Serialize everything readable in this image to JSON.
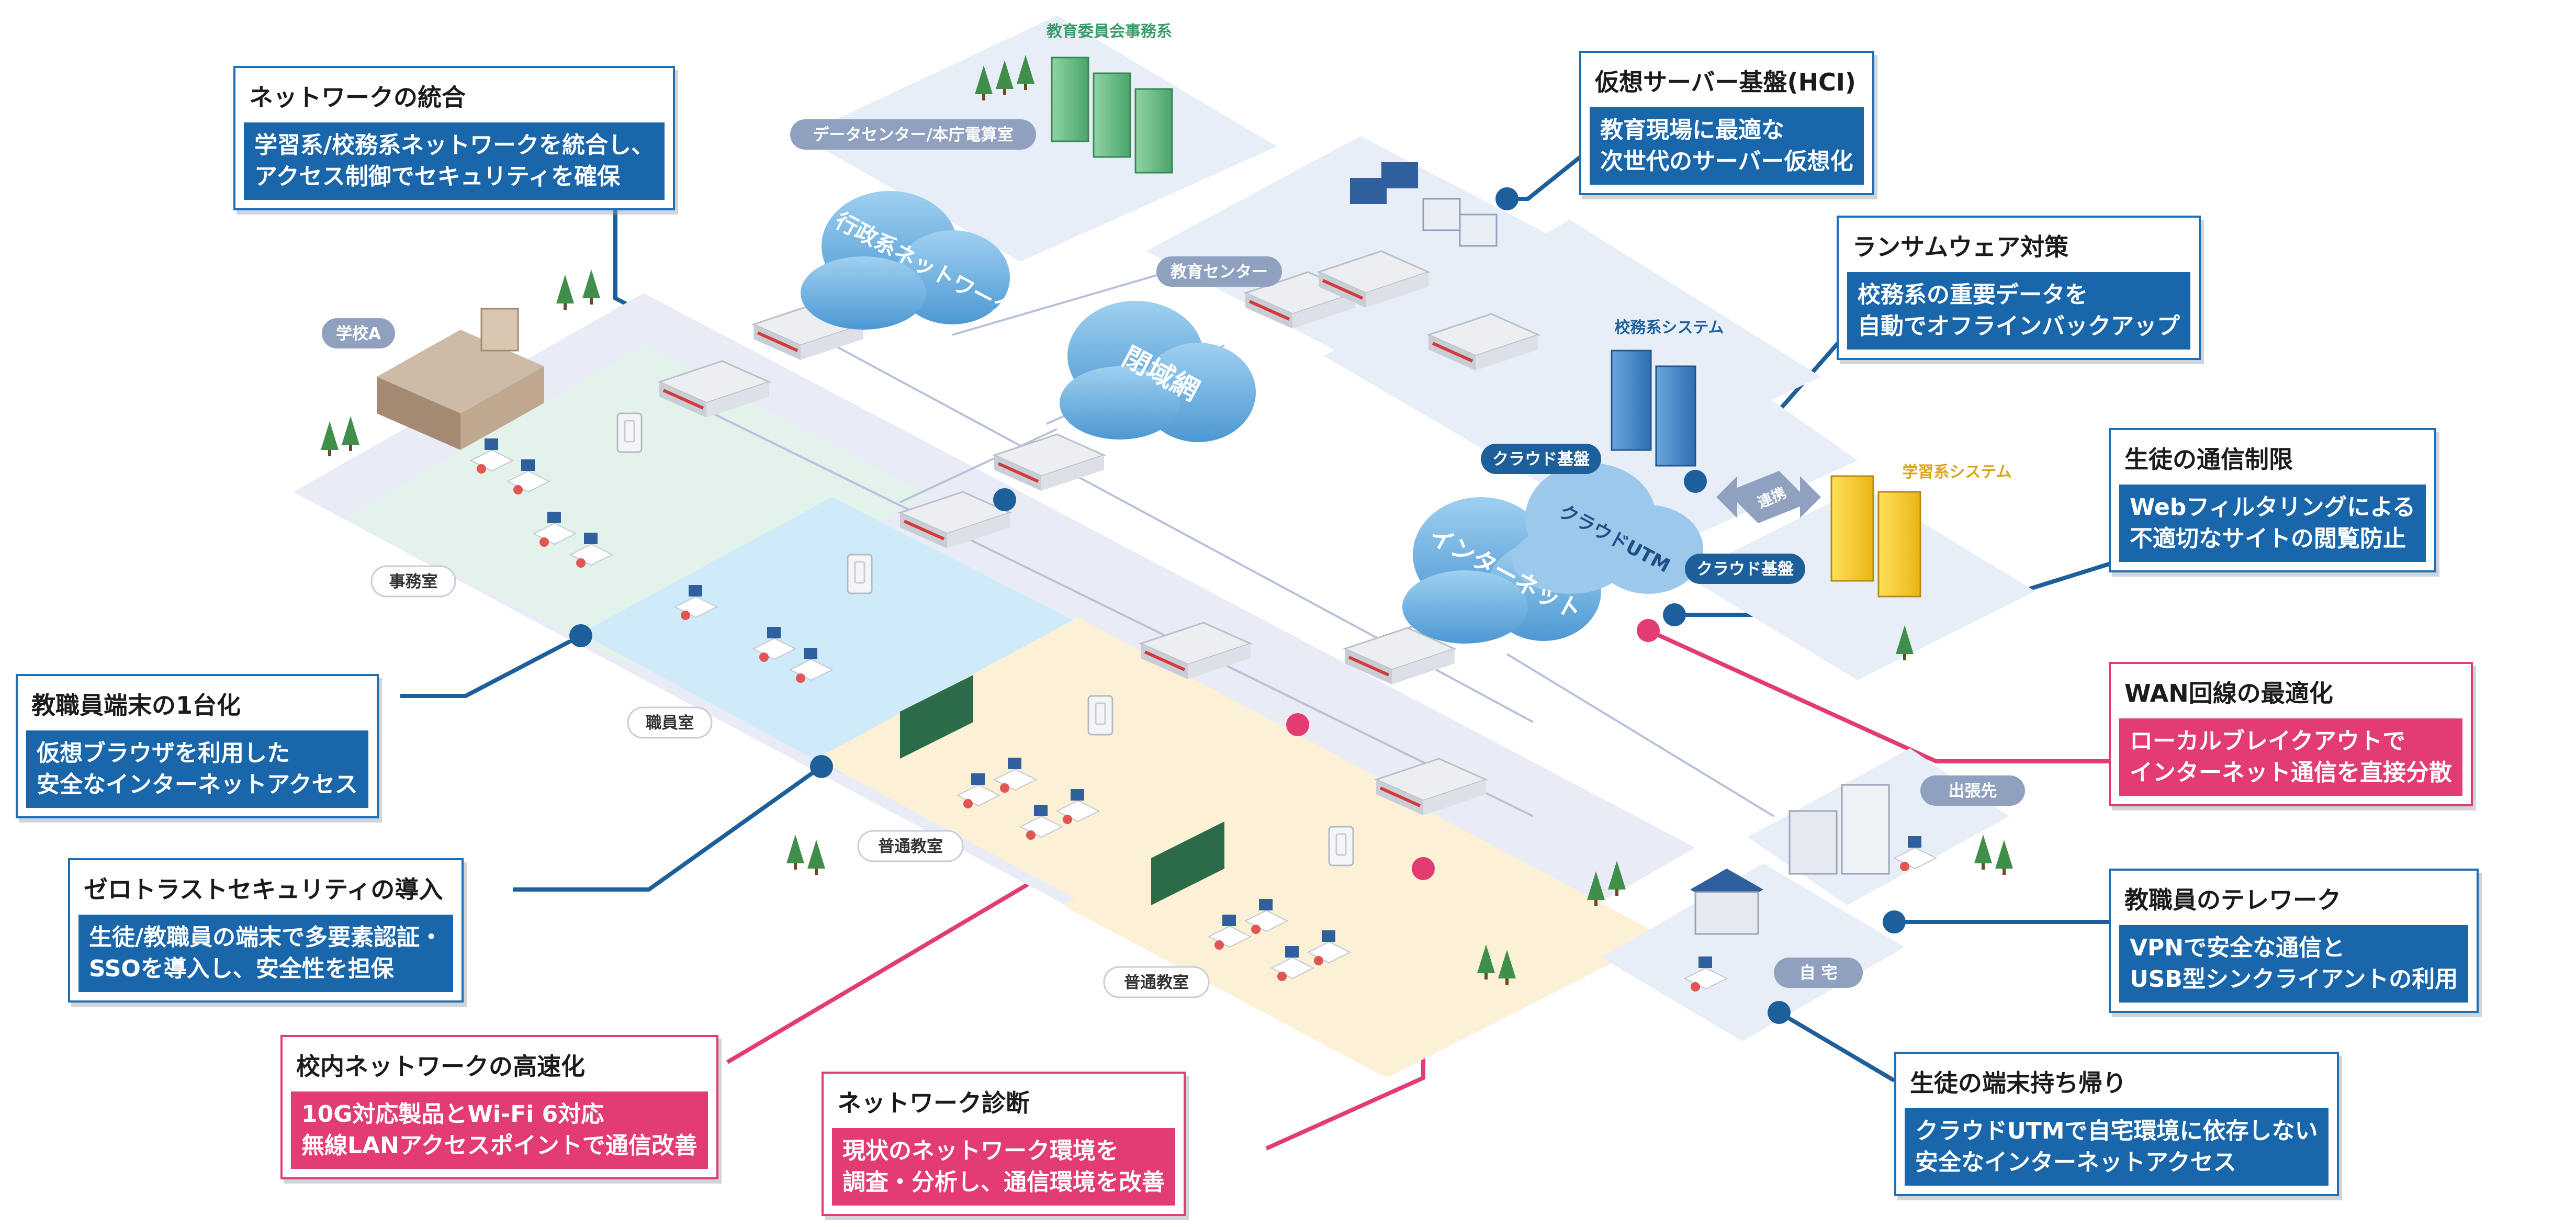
{
  "colors": {
    "blue": "#1a66ab",
    "pink": "#e23c72",
    "navy": "#1c5f9a",
    "cloud": "#6aaedd"
  },
  "places": {
    "edu_office": "教育委員会事務系",
    "datacenter": "データセンター/本庁電算室",
    "edu_center": "教育センター",
    "school_a": "学校A",
    "office_room": "事務室",
    "staff_room": "職員室",
    "classroom1": "普通教室",
    "classroom2": "普通教室",
    "admin_system": "校務系システム",
    "learning_system": "学習系システム",
    "cloud_base1": "クラウド基盤",
    "cloud_base2": "クラウド基盤",
    "trip": "出張先",
    "home": "自 宅",
    "link": "連携"
  },
  "clouds": {
    "gyosei": "行政系ネットワーク",
    "heiiki": "閉域網",
    "internet": "インターネット",
    "cloud_utm": "クラウドUTM"
  },
  "callouts": {
    "network_integration": {
      "title": "ネットワークの統合",
      "lines": [
        "学習系/校務系ネットワークを統合し、",
        "アクセス制御でセキュリティを確保"
      ]
    },
    "hci": {
      "title": "仮想サーバー基盤(HCI)",
      "lines": [
        "教育現場に最適な",
        "次世代のサーバー仮想化"
      ]
    },
    "ransomware": {
      "title": "ランサムウェア対策",
      "lines": [
        "校務系の重要データを",
        "自動でオフラインバックアップ"
      ]
    },
    "student_restriction": {
      "title": "生徒の通信制限",
      "lines": [
        "Webフィルタリングによる",
        "不適切なサイトの閲覧防止"
      ]
    },
    "wan": {
      "title": "WAN回線の最適化",
      "lines": [
        "ローカルブレイクアウトで",
        "インターネット通信を直接分散"
      ]
    },
    "telework": {
      "title": "教職員のテレワーク",
      "lines": [
        "VPNで安全な通信と",
        "USB型シンクライアントの利用"
      ]
    },
    "take_home": {
      "title": "生徒の端末持ち帰り",
      "lines": [
        "クラウドUTMで自宅環境に依存しない",
        "安全なインターネットアクセス"
      ]
    },
    "device_unify": {
      "title": "教職員端末の1台化",
      "lines": [
        "仮想ブラウザを利用した",
        "安全なインターネットアクセス"
      ]
    },
    "zero_trust": {
      "title": "ゼロトラストセキュリティの導入",
      "lines": [
        "生徒/教職員の端末で多要素認証・",
        "SSOを導入し、安全性を担保"
      ]
    },
    "speedup": {
      "title": "校内ネットワークの高速化",
      "lines": [
        "10G対応製品とWi-Fi 6対応",
        "無線LANアクセスポイントで通信改善"
      ]
    },
    "diagnosis": {
      "title": "ネットワーク診断",
      "lines": [
        "現状のネットワーク環境を",
        "調査・分析し、通信環境を改善"
      ]
    }
  }
}
